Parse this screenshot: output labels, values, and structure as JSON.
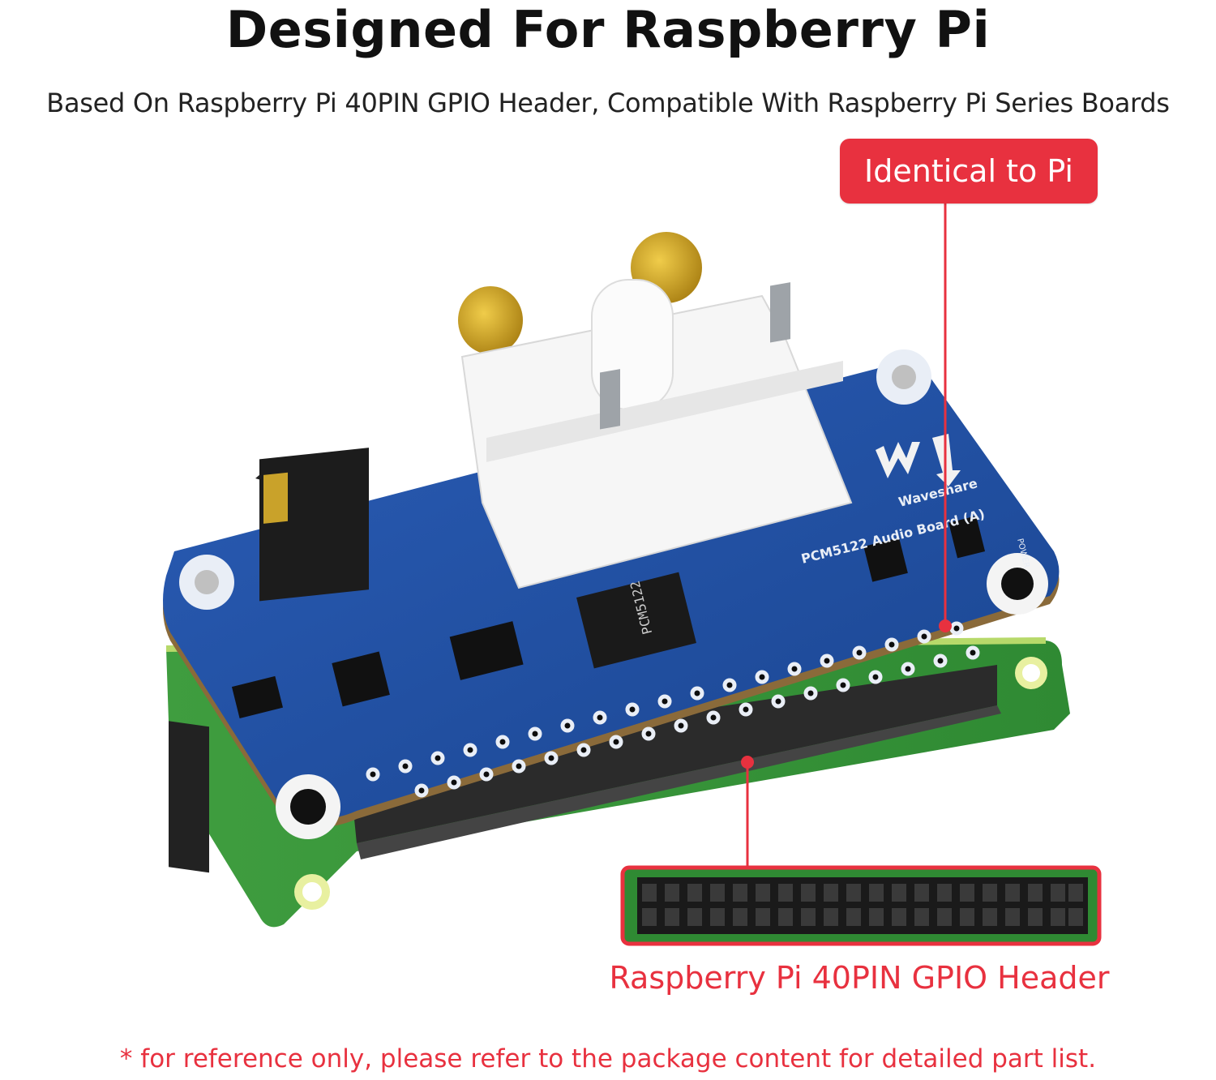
{
  "title": "Designed For Raspberry Pi",
  "subtitle": "Based On Raspberry Pi 40PIN GPIO Header, Compatible With Raspberry Pi Series Boards",
  "callout": {
    "label": "Identical to Pi"
  },
  "board": {
    "brand": "Waveshare",
    "model_label": "PCM5122 Audio Board (A)",
    "chip_label": "PCM5122",
    "power_label": "POWER"
  },
  "header_caption": "Raspberry Pi 40PIN GPIO Header",
  "footnote": "* for reference only, please refer to the package content for detailed part list.",
  "colors": {
    "accent_red": "#e8313f",
    "hat_blue": "#1f4fa3",
    "pi_green": "#3a9a3c",
    "gold": "#c8a020"
  }
}
